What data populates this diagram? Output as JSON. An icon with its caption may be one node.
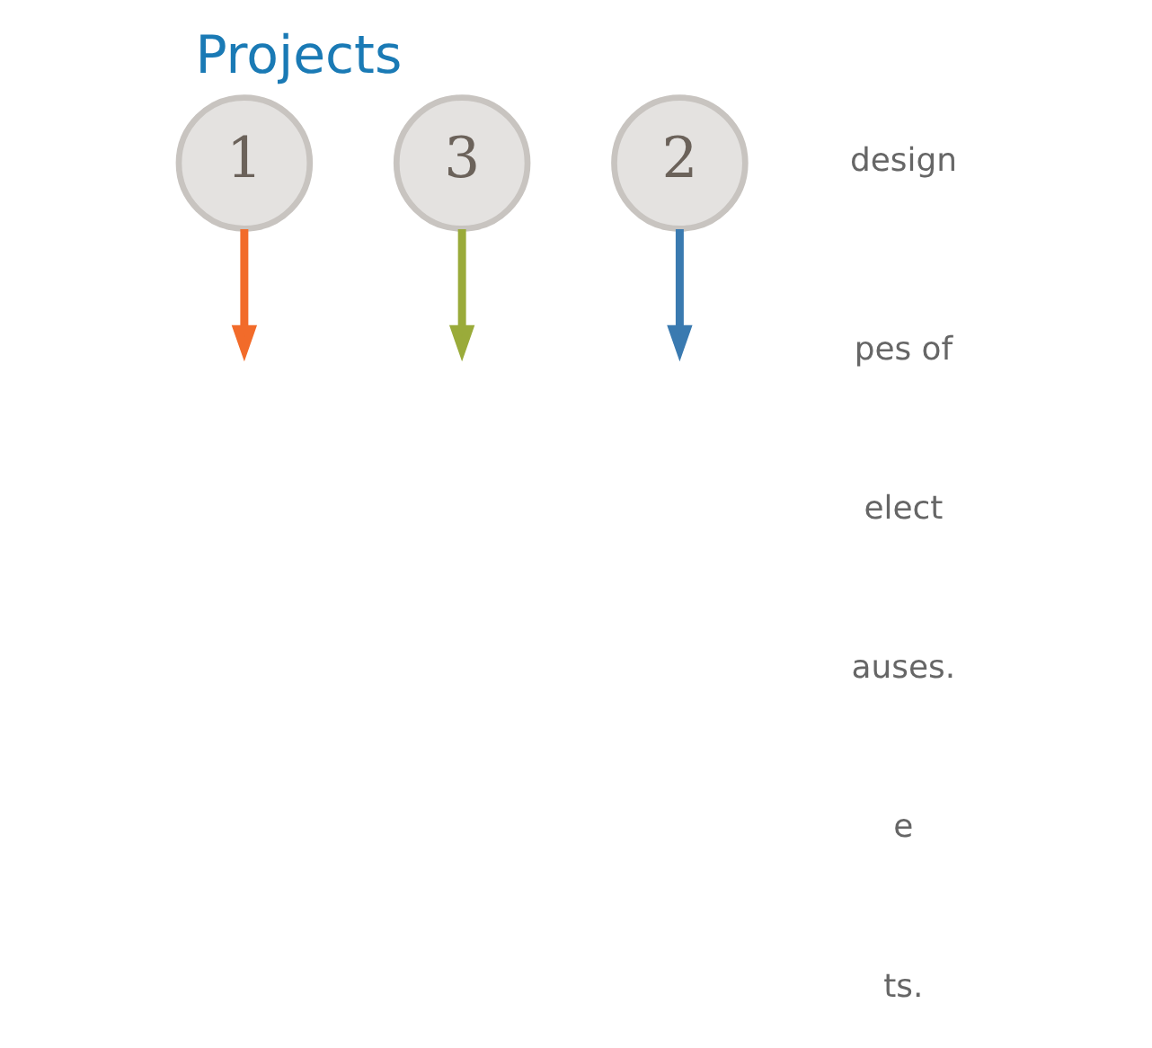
{
  "diagram": {
    "title": "Projects",
    "nodes": [
      {
        "text": [
          "1"
        ]
      },
      {
        "text": [
          "3"
        ]
      },
      {
        "text": [
          "2"
        ]
      }
    ],
    "edges": [
      {
        "from": 0,
        "to": null,
        "arrow": "to",
        "color": "#f26b2a"
      },
      {
        "from": 1,
        "to": null,
        "arrow": "to",
        "color": "#9aab3a"
      },
      {
        "from": 2,
        "to": null,
        "arrow": "to",
        "color": "#3a7ab0"
      }
    ],
    "labels": [
      "design",
      "pes of",
      "elect",
      "auses.",
      "e",
      "ts."
    ]
  }
}
